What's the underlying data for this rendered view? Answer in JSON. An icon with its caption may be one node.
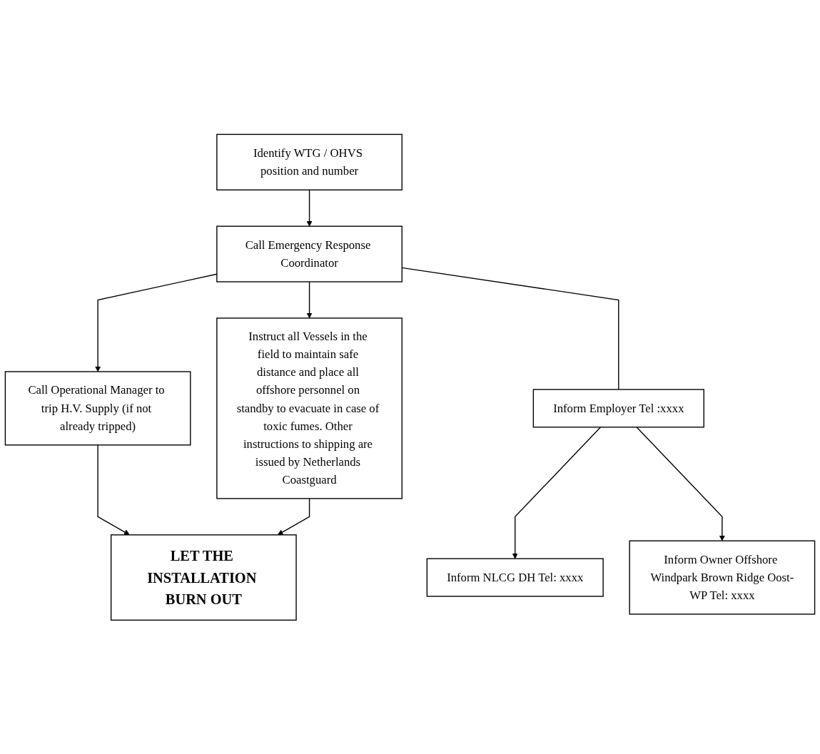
{
  "diagram": {
    "nodes": [
      {
        "text": [
          "Identify WTG / OHVS position and number"
        ]
      },
      {
        "text": [
          "Call Emergency Response Coordinator"
        ]
      },
      {
        "text": [
          "Instruct all Vessels in the field to maintain safe distance and place all offshore personnel on standby to evacuate in case of toxic fumes. Other instructions to shipping are issued by Netherlands Coastguard"
        ]
      },
      {
        "text": [
          "Call Operational Manager to trip H.V. Supply (if not already tripped)"
        ]
      },
      {
        "text": [
          "Inform Employer Tel :xxxx"
        ]
      },
      {
        "text": [
          "Inform NLCG DH Tel: xxxx"
        ]
      },
      {
        "text": [
          "Inform Owner Offshore Windpark Brown Ridge Oost-WP Tel: xxxx"
        ]
      },
      {
        "text": [
          "LET THE INSTALLATION BURN OUT"
        ]
      }
    ],
    "edges": [
      {
        "from": 0,
        "to": 1,
        "arrow": "to"
      },
      {
        "from": 1,
        "to": 2,
        "arrow": "to"
      },
      {
        "from": 1,
        "to": 3,
        "arrow": "to"
      },
      {
        "from": 1,
        "to": 4,
        "arrow": "none"
      },
      {
        "from": 4,
        "to": 5,
        "arrow": "to"
      },
      {
        "from": 4,
        "to": 6,
        "arrow": "to"
      },
      {
        "from": 3,
        "to": 7,
        "arrow": "to"
      },
      {
        "from": 2,
        "to": 7,
        "arrow": "to"
      }
    ]
  }
}
